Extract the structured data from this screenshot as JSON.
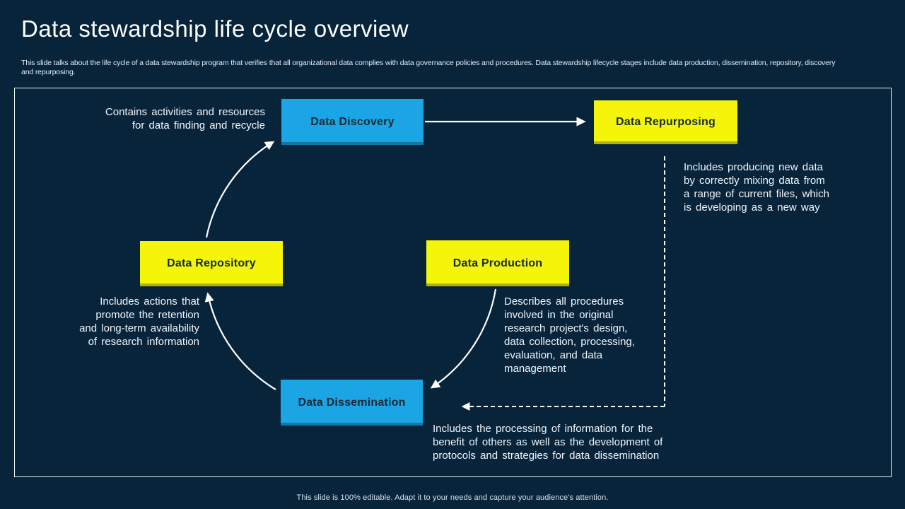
{
  "slide": {
    "title": "Data stewardship life cycle overview",
    "subtitle": "This slide talks about the life cycle of a data stewardship program that verifies that all organizational data complies with data governance policies and procedures. Data stewardship lifecycle stages include data production, dissemination, repository, discovery\nand repurposing.",
    "footer": "This slide is 100% editable.  Adapt it to your needs and capture your audience's attention."
  },
  "colors": {
    "background": "#07243b",
    "panel_border": "#e9f7f4",
    "blue": "#1ba5e4",
    "yellow": "#f5f50a",
    "arrow": "#ffffff"
  },
  "diagram": {
    "nodes": [
      {
        "id": "discovery",
        "label": "Data Discovery",
        "color": "blue"
      },
      {
        "id": "repurposing",
        "label": "Data Repurposing",
        "color": "yellow"
      },
      {
        "id": "repository",
        "label": "Data Repository",
        "color": "yellow"
      },
      {
        "id": "production",
        "label": "Data Production",
        "color": "yellow"
      },
      {
        "id": "dissemination",
        "label": "Data Dissemination",
        "color": "blue"
      }
    ],
    "descriptions": {
      "discovery": "Contains activities and resources\nfor data finding and recycle",
      "repurposing": "Includes producing new data\nby correctly mixing data from\na range of current files, which\nis developing as a new way",
      "repository": "Includes actions that\npromote the retention\nand long-term availability\nof research information",
      "production": "Describes all procedures\ninvolved in the original\nresearch project's design,\ndata collection, processing,\nevaluation, and data\nmanagement",
      "dissemination": "Includes the processing of information for the\nbenefit of others as well as the development of\nprotocols and strategies for data dissemination"
    },
    "arrows": [
      "discovery-to-repurposing",
      "repurposing-to-dissemination-dashed",
      "production-to-dissemination",
      "dissemination-to-repository",
      "repository-to-discovery"
    ]
  }
}
